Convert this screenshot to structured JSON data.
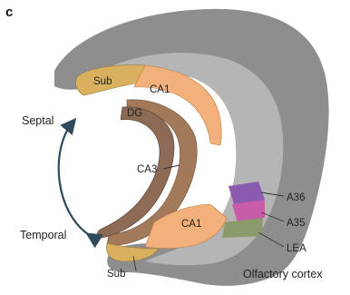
{
  "panel_letter": "c",
  "orientation": {
    "top": "Septal",
    "bottom": "Temporal"
  },
  "regions": {
    "sub_top": "Sub",
    "ca1_top": "CA1",
    "dg": "DG",
    "ca3": "CA3",
    "ca1_bottom": "CA1",
    "sub_bottom": "Sub"
  },
  "cortex": {
    "a36": "A36",
    "a35": "A35",
    "lea": "LEA",
    "olfactory": "Olfactory cortex"
  },
  "colors": {
    "tissue": "#8a8a8a",
    "tissue_light": "#c9c9c9",
    "subiculum": "#d9b15e",
    "ca1": "#f2b07a",
    "ca3": "#a27a5a",
    "dg": "#8d6a55",
    "a36": "#8a5bb0",
    "a35": "#c95ca8",
    "lea": "#8a9a6a",
    "arrow": "#2f4a5a"
  }
}
